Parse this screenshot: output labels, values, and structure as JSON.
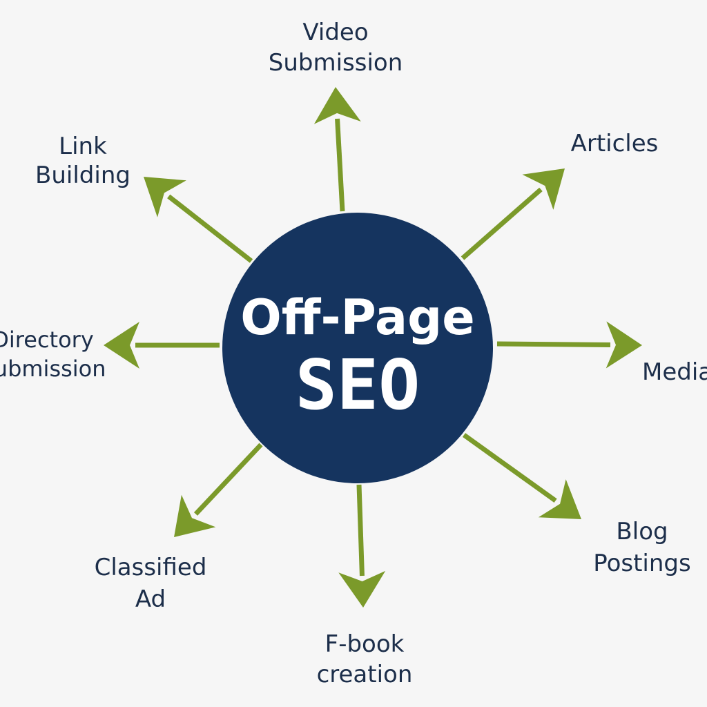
{
  "center": {
    "line1": "Off-Page",
    "line2": "SEO"
  },
  "nodes": [
    {
      "id": "video",
      "lines": [
        "Video",
        "Submission"
      ]
    },
    {
      "id": "articles",
      "lines": [
        "Articles"
      ]
    },
    {
      "id": "media",
      "lines": [
        "Media"
      ]
    },
    {
      "id": "blog",
      "lines": [
        "Blog",
        "Postings"
      ]
    },
    {
      "id": "ebook",
      "lines": [
        "F-book",
        "creation"
      ]
    },
    {
      "id": "classified",
      "lines": [
        "Classified",
        "Ad"
      ]
    },
    {
      "id": "directory",
      "lines": [
        "Directory",
        "Submission"
      ]
    },
    {
      "id": "link",
      "lines": [
        "Link",
        "Building"
      ]
    }
  ],
  "colors": {
    "background": "#f6f6f6",
    "circle": "#15345f",
    "arrow": "#7b9a2a",
    "label": "#1c2e4a",
    "center_text": "#ffffff"
  }
}
